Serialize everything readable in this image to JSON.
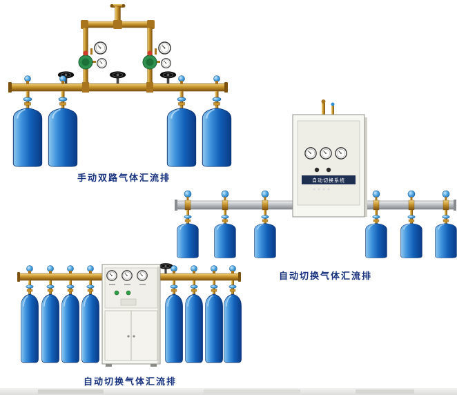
{
  "page": {
    "background_color": "#ffffff",
    "caption_color": "#16317e"
  },
  "figures": [
    {
      "name": "manual-dual-line-gas-manifold",
      "caption": "手动双路气体汇流排",
      "cylinders": 4,
      "pressure_gauges": 4,
      "regulators": 2,
      "valve_handwheels": 3,
      "colors": {
        "pipe_brass": "#c8952c",
        "cylinder_blue": "#1260b8",
        "regulator_green": "#2e9150",
        "handwheel_black": "#0d0d0d",
        "knob_blue": "#4aa3e0"
      }
    },
    {
      "name": "auto-switch-gas-manifold-wall-cabinet",
      "caption": "自动切换气体汇流排",
      "cabinet_label": "自动切换系统",
      "cylinders": 6,
      "pressure_gauges": 3,
      "colors": {
        "rail_silver": "#b9bdc1",
        "cabinet_white": "#f7f7f2",
        "cylinder_blue": "#1260b8",
        "knob_blue": "#4aa3e0"
      }
    },
    {
      "name": "auto-switch-gas-manifold-floor-cabinet",
      "caption": "自动切换气体汇流排",
      "cylinders": 8,
      "pressure_gauges": 3,
      "valve_handwheels": 1,
      "colors": {
        "pipe_brass": "#c8952c",
        "cabinet_white": "#f7f7f2",
        "cylinder_blue": "#1260b8",
        "indicator_green": "#2f9e44"
      }
    }
  ]
}
